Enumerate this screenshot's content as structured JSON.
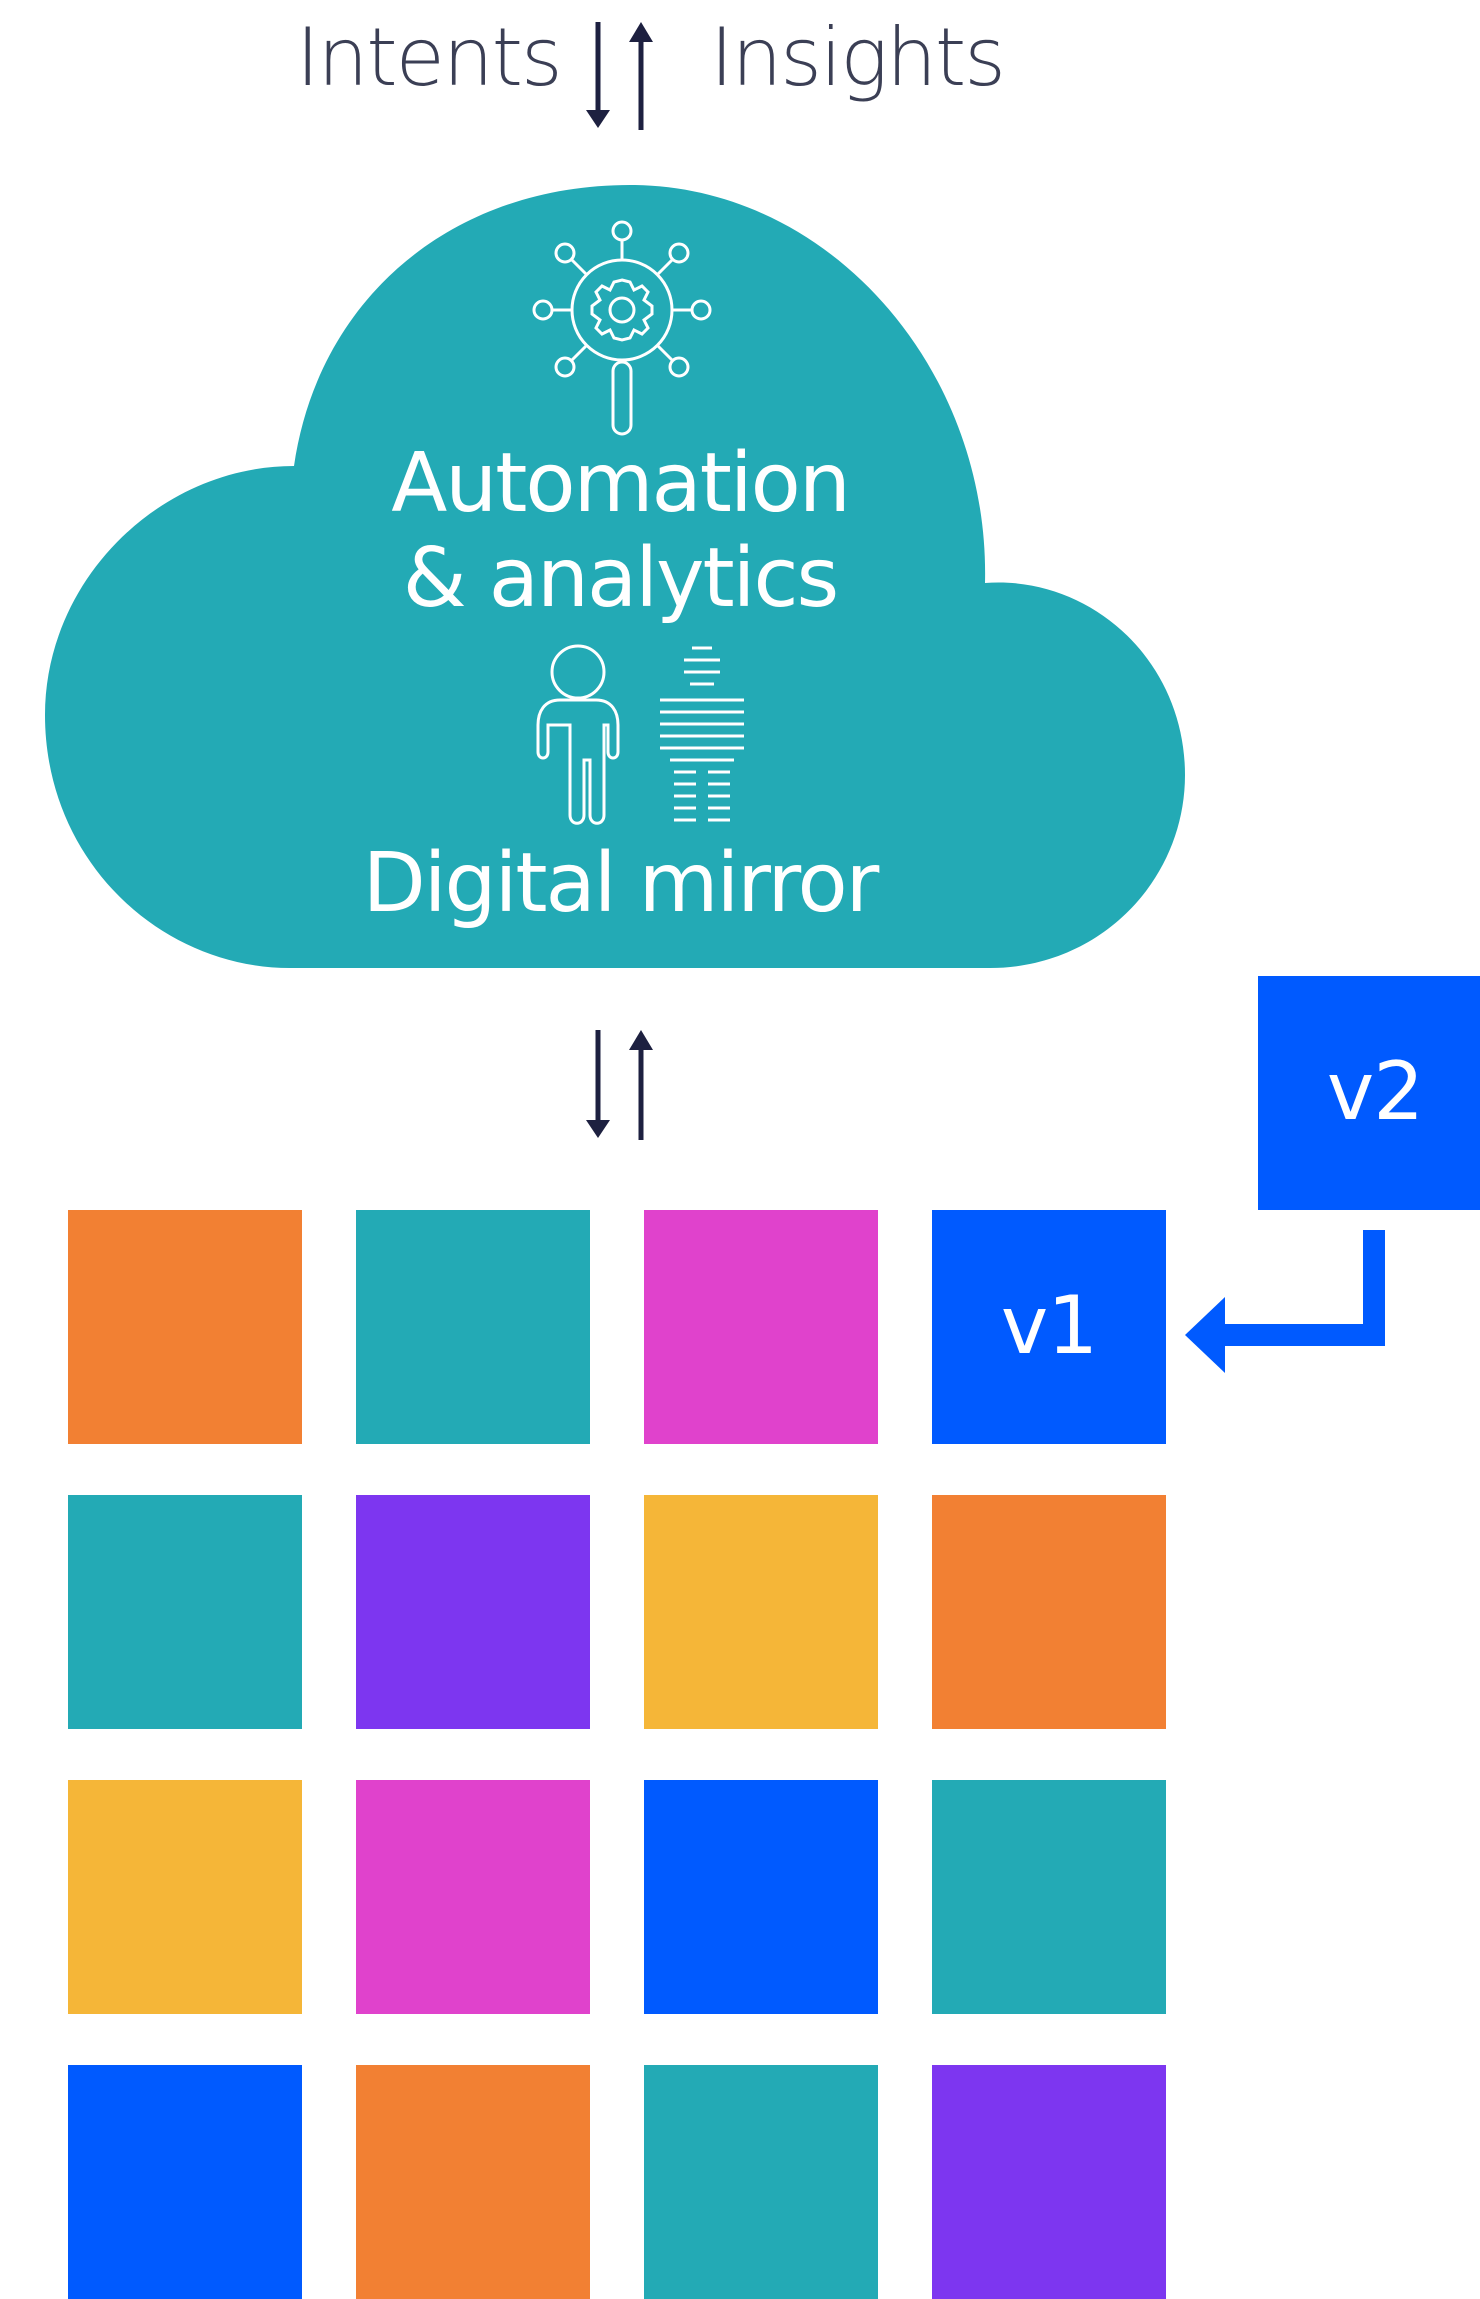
{
  "header": {
    "intents": "Intents",
    "insights": "Insights"
  },
  "cloud": {
    "automation_line1": "Automation",
    "automation_line2": "& analytics",
    "digital_mirror": "Digital mirror",
    "icons": [
      "gear-magnifier-network-icon",
      "person-outline-icon",
      "digital-person-icon"
    ]
  },
  "versions": {
    "v1": "v1",
    "v2": "v2"
  },
  "colors": {
    "teal": "#23aab5",
    "orange": "#f28033",
    "magenta": "#e042cc",
    "blue": "#005aff",
    "purple": "#7d36f0",
    "yellow": "#f5b638",
    "text_dark": "#3b3f55",
    "arrow_dark": "#1d2040"
  },
  "grid": [
    [
      "orange",
      "teal",
      "magenta",
      "blue"
    ],
    [
      "teal",
      "purple",
      "yellow",
      "orange"
    ],
    [
      "yellow",
      "magenta",
      "blue",
      "teal"
    ],
    [
      "blue",
      "orange",
      "teal",
      "purple"
    ]
  ]
}
